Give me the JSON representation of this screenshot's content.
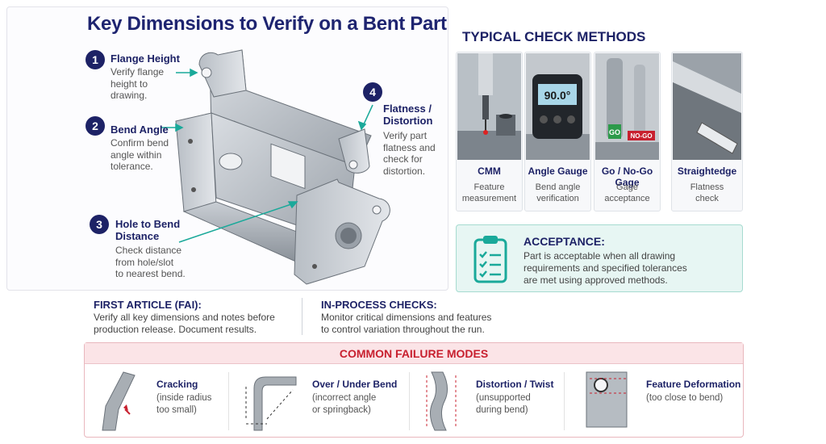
{
  "title": "Key Dimensions to Verify on a Bent Part",
  "callouts": [
    {
      "number": "1",
      "title": "Flange Height",
      "description": [
        "Verify flange",
        "height to",
        "drawing."
      ]
    },
    {
      "number": "2",
      "title": "Bend Angle",
      "description": [
        "Confirm bend",
        "angle within",
        "tolerance."
      ]
    },
    {
      "number": "3",
      "title": [
        "Hole to Bend",
        "Distance"
      ],
      "description": [
        "Check distance",
        "from hole/slot",
        "to nearest bend."
      ]
    },
    {
      "number": "4",
      "title": [
        "Flatness /",
        "Distortion"
      ],
      "description": [
        "Verify part",
        "flatness and",
        "check for",
        "distortion."
      ]
    }
  ],
  "check_methods": {
    "title": "TYPICAL CHECK METHODS",
    "items": [
      {
        "name": "CMM",
        "description": [
          "Feature",
          "measurement"
        ],
        "icon": "cmm-probe-icon"
      },
      {
        "name": "Angle Gauge",
        "description": [
          "Bend angle",
          "verification"
        ],
        "icon": "digital-angle-gauge-icon",
        "readout": "90.0°"
      },
      {
        "name": "Go / No-Go Gage",
        "description": [
          "Gage",
          "acceptance"
        ],
        "icon": "go-no-go-gage-icon",
        "labels": [
          "GO",
          "NO-GO"
        ]
      },
      {
        "name": "Straightedge",
        "description": [
          "Flatness",
          "check"
        ],
        "icon": "straightedge-icon"
      }
    ]
  },
  "acceptance": {
    "title": "ACCEPTANCE:",
    "description": [
      "Part is acceptable when all drawing",
      "requirements and specified tolerances",
      "are met using approved methods."
    ],
    "icon": "clipboard-checklist-icon"
  },
  "first_article": {
    "title": "FIRST ARTICLE (FAI):",
    "description": [
      "Verify all key dimensions and notes before",
      "production release. Document results."
    ]
  },
  "in_process": {
    "title": "IN-PROCESS CHECKS:",
    "description": [
      "Monitor critical dimensions and features",
      "to control variation throughout the run."
    ]
  },
  "failure_modes": {
    "title": "COMMON FAILURE MODES",
    "items": [
      {
        "name": "Cracking",
        "description": [
          "(inside radius",
          "too small)"
        ],
        "icon": "cracked-bend-icon"
      },
      {
        "name": "Over / Under Bend",
        "description": [
          "(incorrect angle",
          "or springback)"
        ],
        "icon": "over-under-bend-icon"
      },
      {
        "name": "Distortion / Twist",
        "description": [
          "(unsupported",
          "during bend)"
        ],
        "icon": "twisted-bend-icon"
      },
      {
        "name": "Feature Deformation",
        "description": [
          "(too close to bend)"
        ],
        "icon": "deformed-hole-icon"
      }
    ]
  },
  "colors": {
    "navy": "#1d2266",
    "teal": "#1aa99a",
    "red": "#c8202f"
  }
}
